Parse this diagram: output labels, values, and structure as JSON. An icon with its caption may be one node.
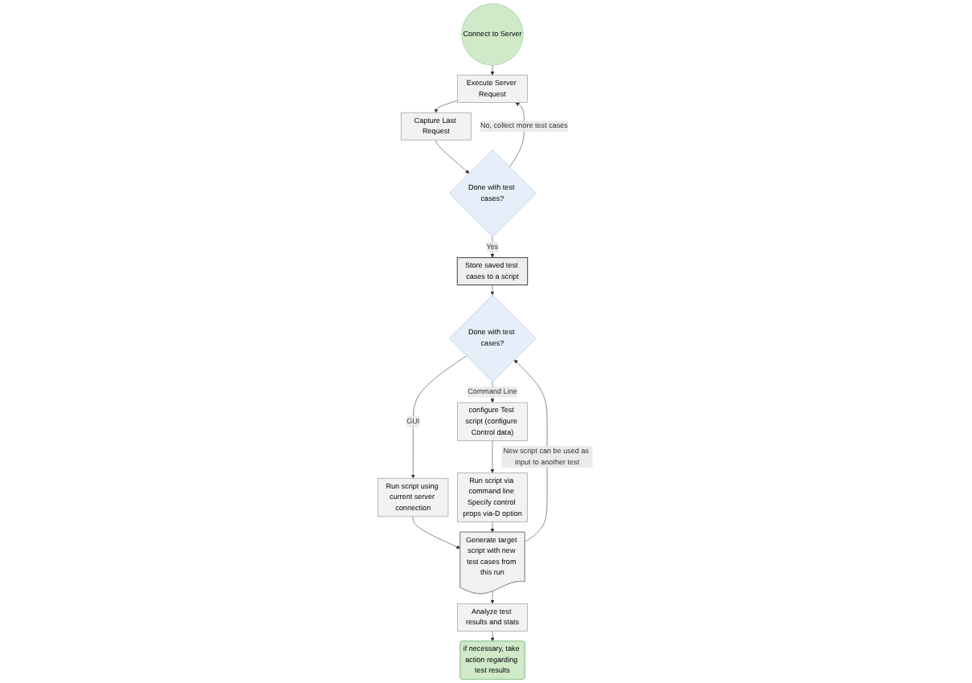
{
  "diagram": {
    "nodes": [
      {
        "text": [
          "Connect to Server"
        ]
      },
      {
        "text": [
          "Execute Server Request"
        ]
      },
      {
        "text": [
          "Capture Last Request"
        ]
      },
      {
        "text": [
          "Done with test cases?"
        ]
      },
      {
        "text": [
          "Store saved test cases to a script"
        ]
      },
      {
        "text": [
          "Done with test cases?"
        ]
      },
      {
        "text": [
          "Run script using current server connection"
        ]
      },
      {
        "text": [
          "configure Test script (configure Control data)"
        ]
      },
      {
        "text": [
          "Run script via command line Specify control props via-D option"
        ]
      },
      {
        "text": [
          "Generate target script with new test cases from this run"
        ]
      },
      {
        "text": [
          "Analyze test results and stats"
        ]
      },
      {
        "text": [
          "if necessary, take action regarding test results"
        ]
      }
    ],
    "edges": [
      {
        "from": 0,
        "to": 1,
        "arrow": "to"
      },
      {
        "from": 1,
        "to": 2,
        "arrow": "to"
      },
      {
        "from": 2,
        "to": 3,
        "arrow": "to"
      },
      {
        "from": 3,
        "to": 4,
        "arrow": "to",
        "label": "Yes"
      },
      {
        "from": 3,
        "to": 1,
        "arrow": "to",
        "label": "No, collect more test cases"
      },
      {
        "from": 4,
        "to": 5,
        "arrow": "to"
      },
      {
        "from": 5,
        "to": 6,
        "arrow": "to",
        "label": "GUI"
      },
      {
        "from": 5,
        "to": 7,
        "arrow": "to",
        "label": "Command Line"
      },
      {
        "from": 7,
        "to": 8,
        "arrow": "to"
      },
      {
        "from": 6,
        "to": 9,
        "arrow": "to"
      },
      {
        "from": 8,
        "to": 9,
        "arrow": "to"
      },
      {
        "from": 9,
        "to": 5,
        "arrow": "to",
        "label": "New script can be used as input to another test"
      },
      {
        "from": 9,
        "to": 10,
        "arrow": "to"
      },
      {
        "from": 10,
        "to": 11,
        "arrow": "to"
      }
    ]
  }
}
